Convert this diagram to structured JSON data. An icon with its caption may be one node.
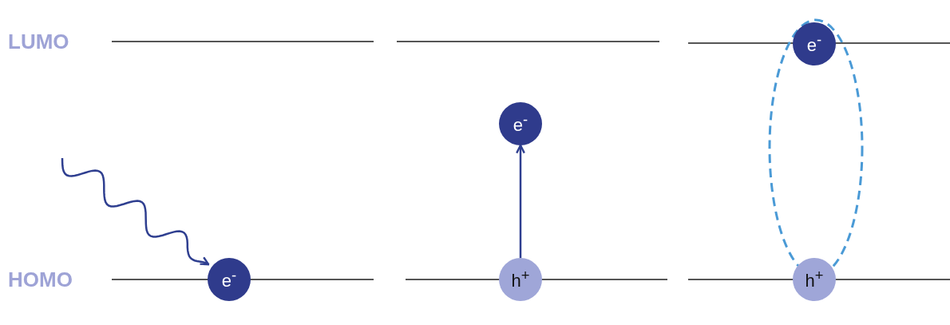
{
  "diagram": {
    "nodes": [
      {
        "text": [
          "e$^{-}$"
        ]
      },
      {
        "text": [
          "h$^{+}$"
        ]
      },
      {
        "text": [
          "e$^{-}$"
        ]
      },
      {
        "text": [
          "e$^{-}$"
        ]
      },
      {
        "text": [
          "h$^{+}$"
        ]
      }
    ],
    "edges": [
      {
        "from": null,
        "to": 0,
        "arrow": "to"
      },
      {
        "from": 1,
        "to": 2,
        "arrow": "to"
      }
    ],
    "labels": [
      "LUMO",
      "HOMO"
    ]
  }
}
